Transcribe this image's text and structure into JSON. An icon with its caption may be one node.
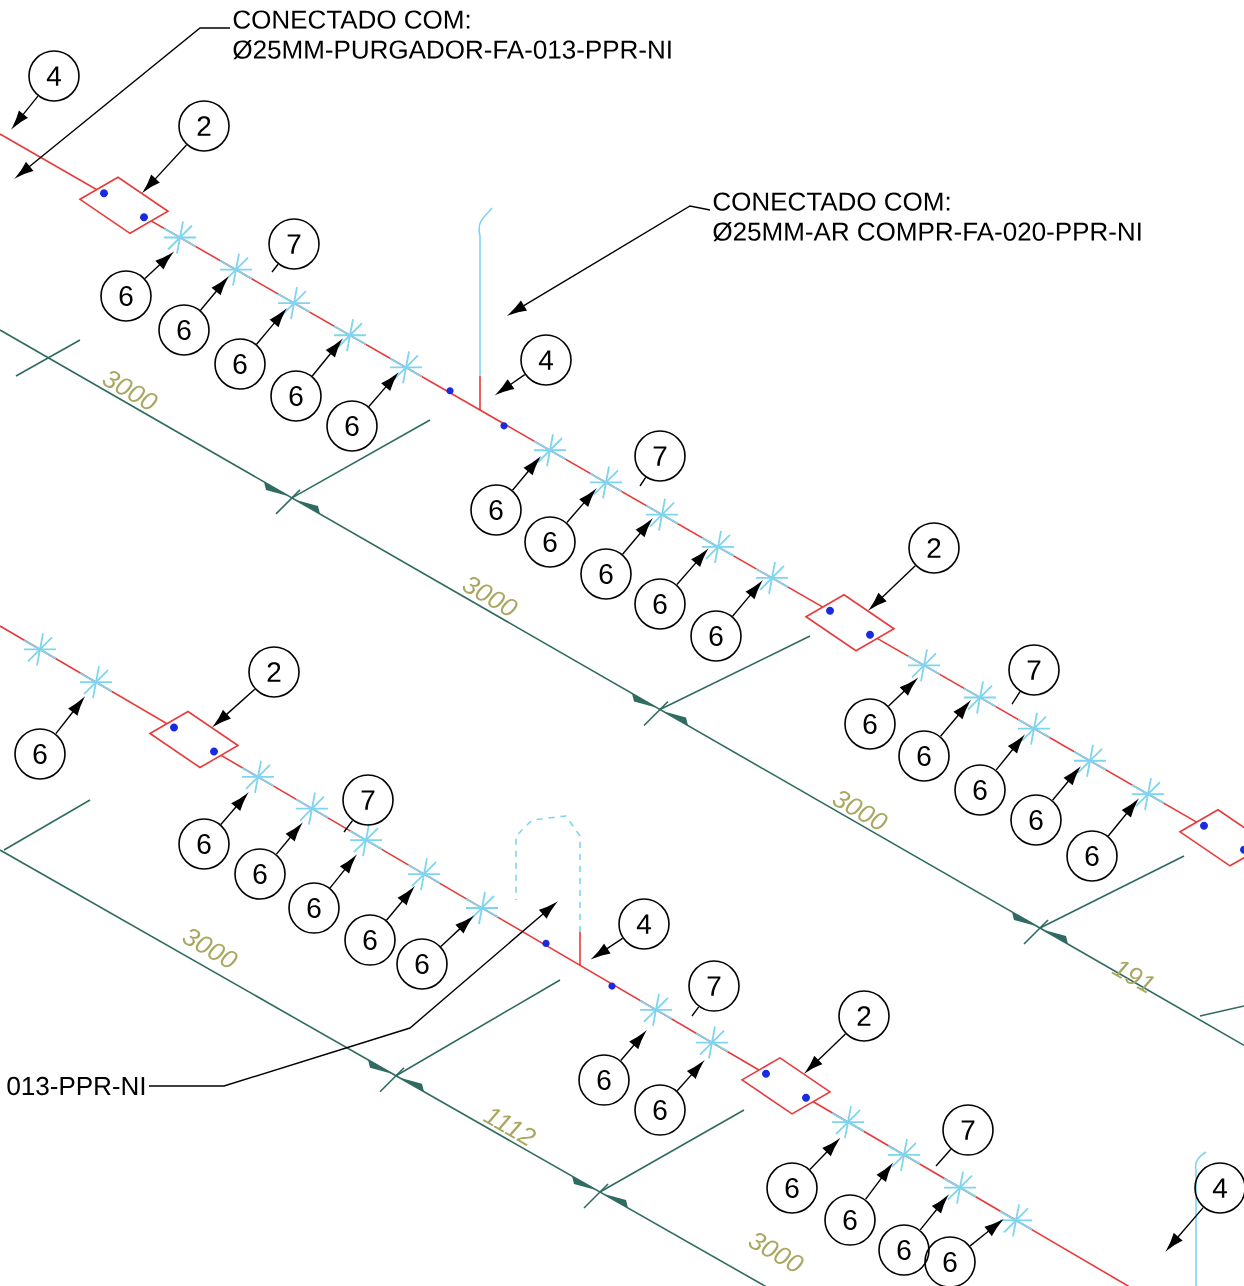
{
  "diagram": {
    "nodes": [
      {
        "text": [
          "CONECTADO COM:",
          "Ø25MM-PURGADOR-FA-013-PPR-NI"
        ]
      },
      {
        "text": [
          "4"
        ]
      },
      {
        "text": [
          "2"
        ]
      },
      {
        "text": [
          "CONECTADO COM:",
          "Ø25MM-AR COMPR-FA-020-PPR-NI"
        ]
      },
      {
        "text": [
          "7"
        ]
      },
      {
        "text": [
          "6"
        ]
      },
      {
        "text": [
          "6"
        ]
      },
      {
        "text": [
          "6"
        ]
      },
      {
        "text": [
          "6"
        ]
      },
      {
        "text": [
          "6"
        ]
      },
      {
        "text": [
          "4"
        ]
      },
      {
        "text": [
          "7"
        ]
      },
      {
        "text": [
          "6"
        ]
      },
      {
        "text": [
          "6"
        ]
      },
      {
        "text": [
          "6"
        ]
      },
      {
        "text": [
          "6"
        ]
      },
      {
        "text": [
          "6"
        ]
      },
      {
        "text": [
          "2"
        ]
      },
      {
        "text": [
          "7"
        ]
      },
      {
        "text": [
          "6"
        ]
      },
      {
        "text": [
          "6"
        ]
      },
      {
        "text": [
          "6"
        ]
      },
      {
        "text": [
          "6"
        ]
      },
      {
        "text": [
          "6"
        ]
      },
      {
        "text": [
          "2"
        ]
      },
      {
        "text": [
          "6"
        ]
      },
      {
        "text": [
          "7"
        ]
      },
      {
        "text": [
          "6"
        ]
      },
      {
        "text": [
          "6"
        ]
      },
      {
        "text": [
          "6"
        ]
      },
      {
        "text": [
          "6"
        ]
      },
      {
        "text": [
          "6"
        ]
      },
      {
        "text": [
          "4"
        ]
      },
      {
        "text": [
          "013-PPR-NI"
        ]
      },
      {
        "text": [
          "7"
        ]
      },
      {
        "text": [
          "2"
        ]
      },
      {
        "text": [
          "6"
        ]
      },
      {
        "text": [
          "6"
        ]
      },
      {
        "text": [
          "7"
        ]
      },
      {
        "text": [
          "6"
        ]
      },
      {
        "text": [
          "6"
        ]
      },
      {
        "text": [
          "6"
        ]
      },
      {
        "text": [
          "6"
        ]
      },
      {
        "text": [
          "4"
        ]
      },
      {
        "text": [],
        "shape": "box"
      },
      {
        "text": [],
        "shape": "box"
      },
      {
        "text": [],
        "shape": "box"
      },
      {
        "text": [],
        "shape": "box"
      },
      {
        "text": [],
        "shape": "box"
      }
    ],
    "edges": [
      {
        "from": 0,
        "to": null,
        "arrow": "to"
      },
      {
        "from": 1,
        "to": null,
        "arrow": "to"
      },
      {
        "from": 2,
        "to": 44,
        "arrow": "to"
      },
      {
        "from": 3,
        "to": null,
        "arrow": "to"
      },
      {
        "from": 4,
        "to": null,
        "arrow": "none"
      },
      {
        "from": 5,
        "to": null,
        "arrow": "to"
      },
      {
        "from": 6,
        "to": null,
        "arrow": "to"
      },
      {
        "from": 7,
        "to": null,
        "arrow": "to"
      },
      {
        "from": 8,
        "to": null,
        "arrow": "to"
      },
      {
        "from": 9,
        "to": null,
        "arrow": "to"
      },
      {
        "from": 10,
        "to": null,
        "arrow": "to"
      },
      {
        "from": 11,
        "to": null,
        "arrow": "none"
      },
      {
        "from": 12,
        "to": null,
        "arrow": "to"
      },
      {
        "from": 13,
        "to": null,
        "arrow": "to"
      },
      {
        "from": 14,
        "to": null,
        "arrow": "to"
      },
      {
        "from": 15,
        "to": null,
        "arrow": "to"
      },
      {
        "from": 16,
        "to": null,
        "arrow": "to"
      },
      {
        "from": 17,
        "to": 45,
        "arrow": "to"
      },
      {
        "from": 18,
        "to": null,
        "arrow": "none"
      },
      {
        "from": 19,
        "to": null,
        "arrow": "to"
      },
      {
        "from": 20,
        "to": null,
        "arrow": "to"
      },
      {
        "from": 21,
        "to": null,
        "arrow": "to"
      },
      {
        "from": 22,
        "to": null,
        "arrow": "to"
      },
      {
        "from": 23,
        "to": null,
        "arrow": "to"
      },
      {
        "from": 24,
        "to": 47,
        "arrow": "to"
      },
      {
        "from": 25,
        "to": null,
        "arrow": "to"
      },
      {
        "from": 26,
        "to": null,
        "arrow": "none"
      },
      {
        "from": 27,
        "to": null,
        "arrow": "to"
      },
      {
        "from": 28,
        "to": null,
        "arrow": "to"
      },
      {
        "from": 29,
        "to": null,
        "arrow": "to"
      },
      {
        "from": 30,
        "to": null,
        "arrow": "to"
      },
      {
        "from": 31,
        "to": null,
        "arrow": "to"
      },
      {
        "from": 32,
        "to": null,
        "arrow": "to"
      },
      {
        "from": 33,
        "to": null,
        "arrow": "to"
      },
      {
        "from": 34,
        "to": null,
        "arrow": "none"
      },
      {
        "from": 35,
        "to": 48,
        "arrow": "to"
      },
      {
        "from": 36,
        "to": null,
        "arrow": "to"
      },
      {
        "from": 37,
        "to": null,
        "arrow": "to"
      },
      {
        "from": 38,
        "to": null,
        "arrow": "none"
      },
      {
        "from": 39,
        "to": null,
        "arrow": "to"
      },
      {
        "from": 40,
        "to": null,
        "arrow": "to"
      },
      {
        "from": 41,
        "to": null,
        "arrow": "to"
      },
      {
        "from": 42,
        "to": null,
        "arrow": "to"
      },
      {
        "from": 43,
        "to": null,
        "arrow": "to"
      }
    ],
    "labels": [
      "3000",
      "3000",
      "3000",
      "191",
      "3000",
      "1112",
      "3000"
    ]
  }
}
